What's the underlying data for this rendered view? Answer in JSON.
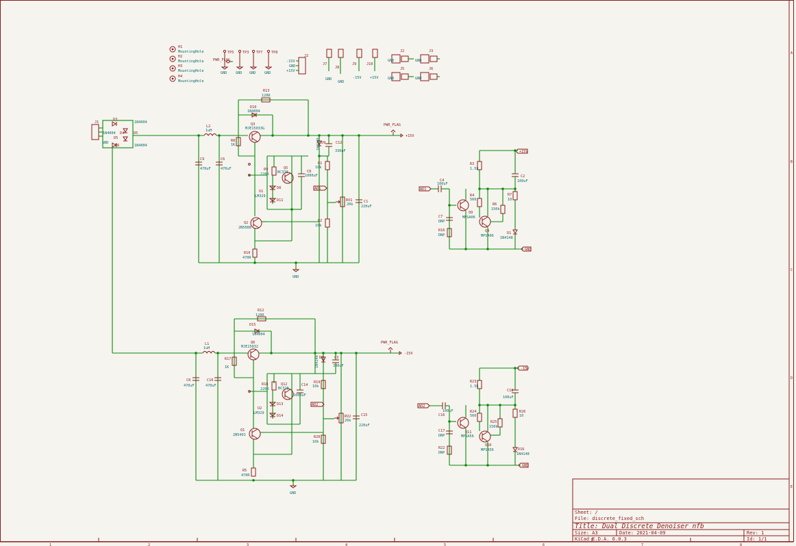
{
  "title_block": {
    "sheet": "Sheet: /",
    "file": "File: discrete_fixed_sch",
    "title": "Title: Dual Discrete Denoiser nfb",
    "size": "Size: A3",
    "date": "Date: 2021-04-09",
    "rev": "Rev: 1",
    "tool": "KiCad E.D.A. 6.0.3",
    "id": "Id: 1/1"
  },
  "header_symbols": {
    "mounting_holes": [
      {
        "ref": "H1",
        "value": "MountingHole"
      },
      {
        "ref": "H2",
        "value": "MountingHole"
      },
      {
        "ref": "H3",
        "value": "MountingHole"
      },
      {
        "ref": "H4",
        "value": "MountingHole"
      }
    ],
    "pwr_flag": "PWR_FLAG",
    "testpoints": [
      "TP5",
      "TP3",
      "TP7",
      "TP8"
    ],
    "gnd": "GND",
    "power_conn": {
      "ref": "J2",
      "pins": [
        "-15V",
        "GND",
        "+15V"
      ]
    },
    "jacks": [
      {
        "ref": "J7",
        "net": "GND"
      },
      {
        "ref": "J8",
        "net": "GND"
      },
      {
        "ref": "J9",
        "net": "-15V"
      },
      {
        "ref": "J10",
        "net": "+15V"
      }
    ],
    "audio_jacks": [
      "J2",
      "J3",
      "J5",
      "J6"
    ]
  },
  "nets": {
    "pos": "+15V",
    "neg": "-15V",
    "gnd": "GND",
    "ad": "AD1",
    "ad2": "AD2",
    "pwr_flag": "PWR_FLAG"
  },
  "upper_supply": {
    "bridge": [
      "D3",
      "D4",
      "D5",
      "D6"
    ],
    "bridge_val": "1N4004",
    "j1": "J1",
    "L2": {
      "ref": "L2",
      "val": "1uH"
    },
    "C9": {
      "ref": "C9",
      "val": "470uF"
    },
    "C6": {
      "ref": "C6",
      "val": "470uF"
    },
    "R13": {
      "ref": "R13",
      "val": "120R"
    },
    "D10": {
      "ref": "D10",
      "val": "1N4004"
    },
    "Q3": {
      "ref": "Q3",
      "val": "MJE15033G"
    },
    "R8": {
      "ref": "R8",
      "val": "1K"
    },
    "R9": {
      "ref": "R9",
      "val": "220R"
    },
    "Q5": {
      "ref": "Q5",
      "val": "BC338"
    },
    "C8": {
      "ref": "C8",
      "val": "1000uF"
    },
    "U1": {
      "ref": "U1",
      "val": "LM329"
    },
    "D8": "D8",
    "D11": "D11",
    "D9": {
      "ref": "D9",
      "val": "1N4148"
    },
    "C12": {
      "ref": "C12",
      "val": "330uF"
    },
    "R1": {
      "ref": "R1",
      "val": "10k"
    },
    "RV1": {
      "ref": "RV1",
      "val": "20k"
    },
    "C1": {
      "ref": "C1",
      "val": "220uF"
    },
    "R2": {
      "ref": "R2",
      "val": "10k"
    },
    "Q2": {
      "ref": "Q2",
      "val": "2N5088"
    },
    "R10": {
      "ref": "R10",
      "val": "470R"
    }
  },
  "lower_supply": {
    "L1": {
      "ref": "L1",
      "val": "1uH"
    },
    "C8": {
      "ref": "C8",
      "val": "470uF"
    },
    "C10": {
      "ref": "C10",
      "val": "470uF"
    },
    "R12": {
      "ref": "R12",
      "val": "120R"
    },
    "D15": {
      "ref": "D15",
      "val": "1N4004"
    },
    "Q6": {
      "ref": "Q6",
      "val": "MJE15032"
    },
    "R17": {
      "ref": "R17",
      "val": "1K"
    },
    "R18": {
      "ref": "R18",
      "val": "220R"
    },
    "Q12": {
      "ref": "Q12",
      "val": "BC328"
    },
    "C14": {
      "ref": "C14",
      "val": "1000uF"
    },
    "U2": {
      "ref": "U2",
      "val": "LM329"
    },
    "D13": "D13",
    "D14": "D14",
    "D7": {
      "ref": "D7",
      "val": "1N4148"
    },
    "C3": {
      "ref": "C3",
      "val": "330uF"
    },
    "R19": {
      "ref": "R19",
      "val": "10k"
    },
    "RV2": {
      "ref": "RV2",
      "val": "20k"
    },
    "C15": {
      "ref": "C15",
      "val": "220uF"
    },
    "R20": {
      "ref": "R20",
      "val": "10k"
    },
    "Q1": {
      "ref": "Q1",
      "val": "2N5401"
    },
    "R5": {
      "ref": "R5",
      "val": "470R"
    }
  },
  "upper_filter": {
    "C4": {
      "ref": "C4",
      "val": "100uF"
    },
    "R3": {
      "ref": "R3",
      "val": "1.5k"
    },
    "C2": {
      "ref": "C2",
      "val": "100uF"
    },
    "R4": {
      "ref": "R4",
      "val": "560"
    },
    "R6": {
      "ref": "R6",
      "val": "150k"
    },
    "R7": {
      "ref": "R7",
      "val": "10"
    },
    "Q9": {
      "ref": "Q9",
      "val": "MPSA06"
    },
    "Q4": {
      "ref": "Q4",
      "val": "MPSA06"
    },
    "C7": {
      "ref": "C7",
      "val": "DNP"
    },
    "R16": {
      "ref": "R16",
      "val": "DNP"
    },
    "D1": {
      "ref": "D1",
      "val": "1N4148"
    }
  },
  "lower_filter": {
    "C16": {
      "ref": "C16",
      "val": "100uF"
    },
    "R23": {
      "ref": "R23",
      "val": "1.5k"
    },
    "C18": {
      "ref": "C18",
      "val": "100uF"
    },
    "R24": {
      "ref": "R24",
      "val": "560"
    },
    "R25": {
      "ref": "R25",
      "val": "150k"
    },
    "R26": {
      "ref": "R26",
      "val": "10"
    },
    "Q11": {
      "ref": "Q11",
      "val": "MPSA56"
    },
    "Q10": {
      "ref": "Q10",
      "val": "MPSA56"
    },
    "C17": {
      "ref": "C17",
      "val": "DNP"
    },
    "R22": {
      "ref": "R22",
      "val": "DNP"
    },
    "D16": {
      "ref": "D16",
      "val": "1N4148"
    }
  },
  "frame": {
    "cols": [
      "1",
      "2",
      "3",
      "4",
      "5",
      "6",
      "7",
      "8"
    ],
    "rows": [
      "A",
      "B",
      "C",
      "D",
      "E"
    ]
  },
  "colors": {
    "background": "#f5f4ef",
    "wire": "#0a8a0a",
    "symbol": "#8b1a1a",
    "text": "#0a6b6b",
    "frame": "#8b1a1a"
  }
}
